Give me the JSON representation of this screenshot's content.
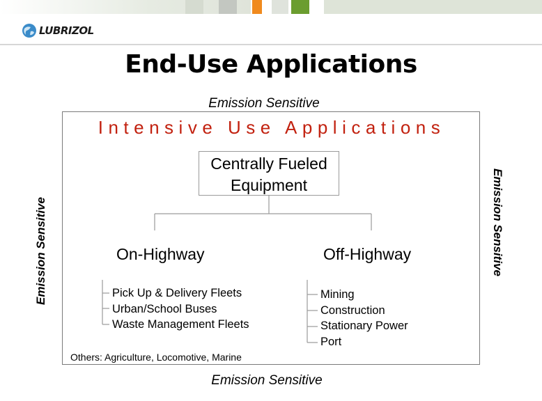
{
  "brand": {
    "logo_text": "LUBRIZOL"
  },
  "page_title": "End-Use Applications",
  "labels": {
    "emission_top": "Emission Sensitive",
    "emission_bottom": "Emission Sensitive",
    "emission_left": "Emission Sensitive",
    "emission_right": "Emission Sensitive"
  },
  "diagram": {
    "heading": "Intensive Use Applications",
    "root": {
      "line1": "Centrally Fueled",
      "line2": "Equipment"
    },
    "branches": [
      {
        "label": "On-Highway",
        "items": [
          "Pick Up & Delivery Fleets",
          "Urban/School Buses",
          "Waste Management Fleets"
        ]
      },
      {
        "label": "Off-Highway",
        "items": [
          "Mining",
          "Construction",
          "Stationary Power",
          "Port"
        ]
      }
    ],
    "footnote": "Others: Agriculture, Locomotive, Marine"
  },
  "colors": {
    "heading": "#c2210f",
    "accent_orange": "#f08a1e",
    "accent_green": "#6b9d2f"
  }
}
